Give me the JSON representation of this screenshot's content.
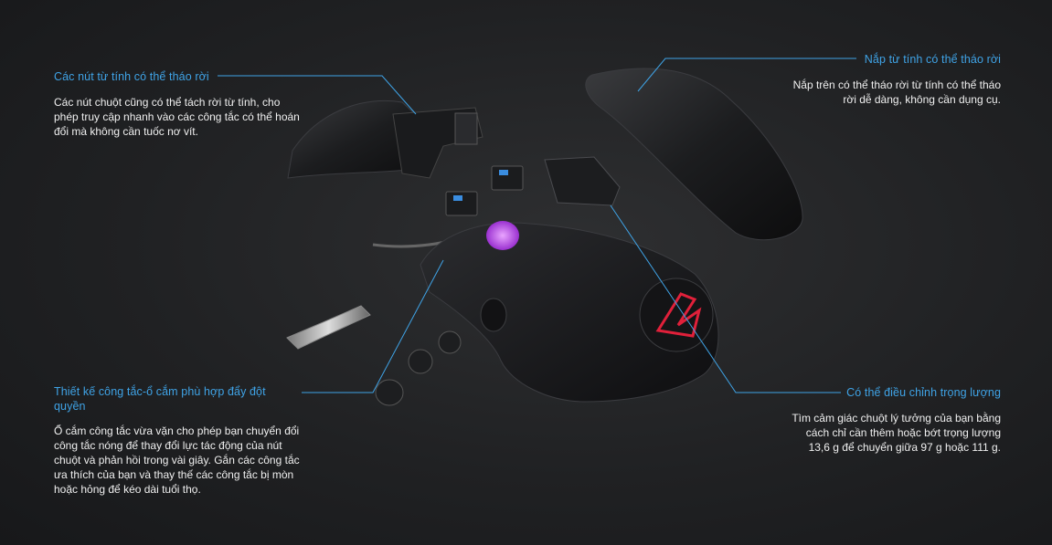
{
  "features": {
    "magnetic_buttons": {
      "title": "Các nút từ tính có thể tháo rời",
      "description": "Các nút chuột cũng có thể tách rời từ tính, cho phép truy cập nhanh vào các công tắc có thể hoán đổi mà không cần tuốc nơ vít."
    },
    "magnetic_cover": {
      "title": "Nắp từ tính có thể tháo rời",
      "description": "Nắp trên có thể tháo rời từ tính có thể tháo rời dễ dàng, không cần dụng cụ."
    },
    "socket_design": {
      "title": "Thiết kế công tắc-ổ cắm phù hợp đẩy đột quyền",
      "description": "Ổ cắm công tắc vừa vặn cho phép bạn chuyển đổi công tắc nóng để thay đổi lực tác động của nút chuột và phản hồi trong vài giây. Gắn các công tắc ưa thích của bạn và thay thế các công tắc bị mòn hoặc hỏng để kéo dài tuổi thọ."
    },
    "adjustable_weight": {
      "title": "Có thể điều chỉnh trọng lượng",
      "description": "Tìm cảm giác chuột lý tưởng của bạn bằng cách chỉ cần thêm hoặc bớt trọng lượng 13,6 g để chuyển giữa 97 g hoặc 111 g."
    }
  },
  "colors": {
    "accent": "#3fa3e6",
    "logo_red": "#e0203a",
    "scroll_glow": "#c050e8"
  }
}
